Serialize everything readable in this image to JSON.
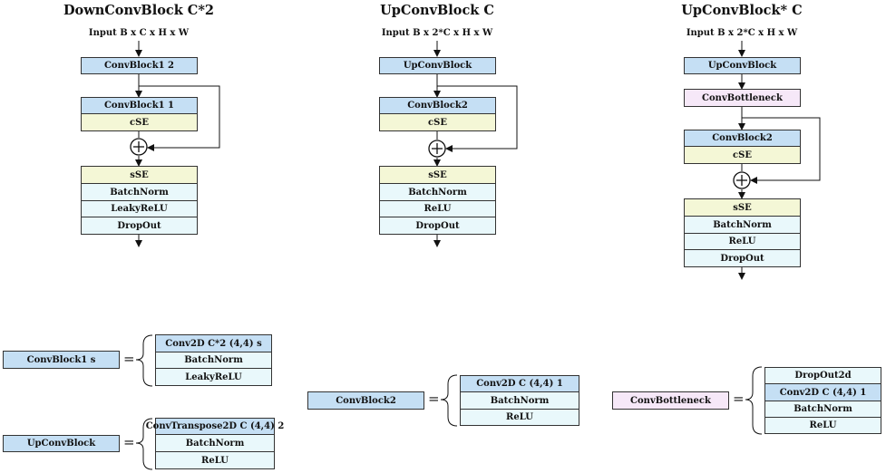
{
  "titles": {
    "down": "DownConvBlock C*2",
    "up": "UpConvBlock C",
    "upstar": "UpConvBlock* C"
  },
  "inputs": {
    "down": "Input B x C x H x W",
    "up": "Input B x 2*C x H x W",
    "upstar": "Input B x 2*C x H x W"
  },
  "down": {
    "first": "ConvBlock1 2",
    "conv": "ConvBlock1 1",
    "cse": "cSE",
    "sse": "sSE",
    "bn": "BatchNorm",
    "act": "LeakyReLU",
    "drop": "DropOut"
  },
  "up": {
    "first": "UpConvBlock",
    "conv": "ConvBlock2",
    "cse": "cSE",
    "sse": "sSE",
    "bn": "BatchNorm",
    "act": "ReLU",
    "drop": "DropOut"
  },
  "upstar": {
    "first": "UpConvBlock",
    "bottleneck": "ConvBottleneck",
    "conv": "ConvBlock2",
    "cse": "cSE",
    "sse": "sSE",
    "bn": "BatchNorm",
    "act": "ReLU",
    "drop": "DropOut"
  },
  "definitions": {
    "convblock1": {
      "name": "ConvBlock1 s",
      "items": [
        "Conv2D C*2 (4,4) s",
        "BatchNorm",
        "LeakyReLU"
      ]
    },
    "upconvblock": {
      "name": "UpConvBlock",
      "items": [
        "ConvTranspose2D C (4,4) 2",
        "BatchNorm",
        "ReLU"
      ]
    },
    "convblock2": {
      "name": "ConvBlock2",
      "items": [
        "Conv2D C (4,4) 1",
        "BatchNorm",
        "ReLU"
      ]
    },
    "bottleneck": {
      "name": "ConvBottleneck",
      "items": [
        "DropOut2d",
        "Conv2D C (4,4) 1",
        "BatchNorm",
        "ReLU"
      ]
    }
  },
  "equals": "=",
  "colors": {
    "blue": "#c5dff4",
    "yellow": "#f4f7d6",
    "cyan": "#e9f8fb",
    "pink": "#f6e8f8"
  }
}
